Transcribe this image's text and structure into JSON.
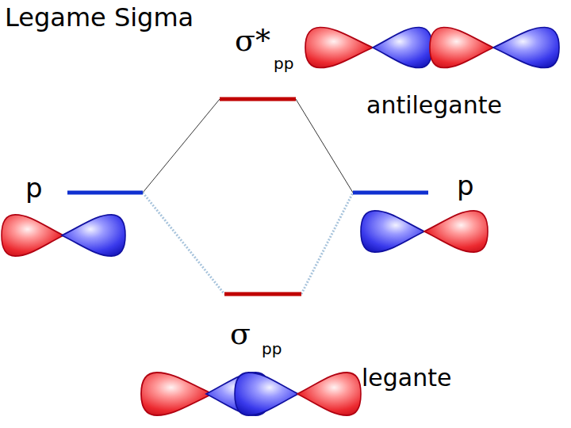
{
  "diagram": {
    "title": "Legame Sigma",
    "labels": [
      "σ*",
      "pp",
      "antilegante",
      "p",
      "p",
      "σ",
      "pp",
      "legante"
    ]
  }
}
